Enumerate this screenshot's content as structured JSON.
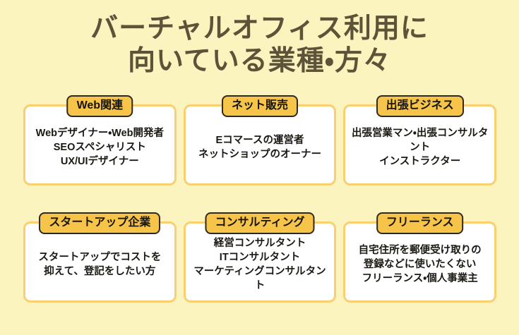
{
  "page": {
    "title_lines": [
      "バーチャルオフィス利用に",
      "向いている業種・方々"
    ]
  },
  "colors": {
    "background": "#FBF4BF",
    "title_text": "#5C5339",
    "card_background": "#FFFFFF",
    "card_border": "#F9CF70",
    "badge_background": "#F5C449",
    "badge_border": "#30291C",
    "body_text": "#1B1812"
  },
  "cards": [
    {
      "badge": "Web関連",
      "lines": [
        "Webデザイナー・Web開発者",
        "SEOスペシャリスト",
        "UX/UIデザイナー"
      ]
    },
    {
      "badge": "ネット販売",
      "lines": [
        "Eコマースの運営者",
        "ネットショップのオーナー"
      ]
    },
    {
      "badge": "出張ビジネス",
      "lines": [
        "出張営業マン・出張コンサルタント",
        "インストラクター"
      ]
    },
    {
      "badge": "スタートアップ企業",
      "lines": [
        "スタートアップでコストを",
        "抑えて、登記をしたい方"
      ]
    },
    {
      "badge": "コンサルティング",
      "lines": [
        "経営コンサルタント",
        "ITコンサルタント",
        "マーケティングコンサルタント"
      ]
    },
    {
      "badge": "フリーランス",
      "lines": [
        "自宅住所を郵便受け取りの",
        "登録などに使いたくない",
        "フリーランス・個人事業主"
      ]
    }
  ]
}
